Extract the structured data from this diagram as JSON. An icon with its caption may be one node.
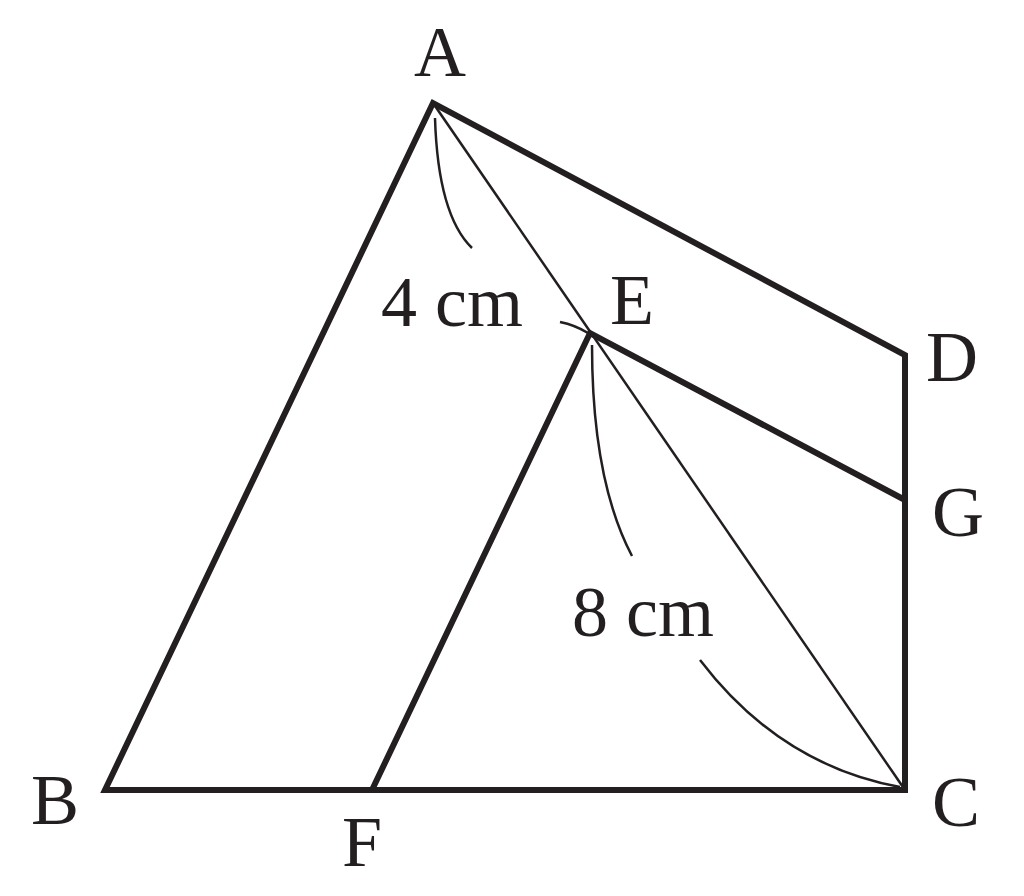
{
  "diagram": {
    "labels": [
      "A",
      "4 cm",
      "E",
      "D",
      "G",
      "8 cm",
      "B",
      "C",
      "F"
    ]
  }
}
